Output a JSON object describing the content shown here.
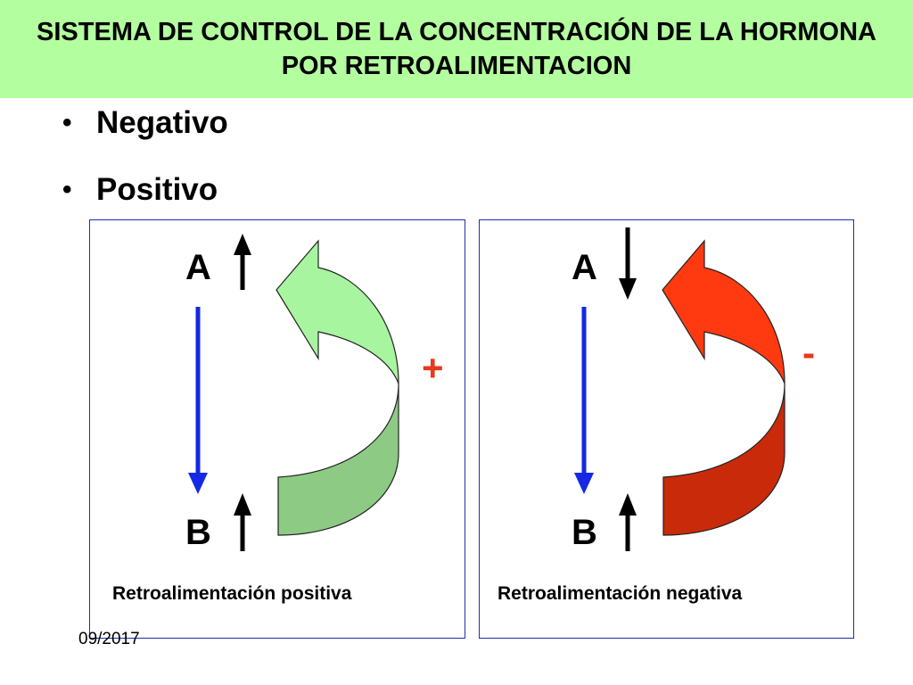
{
  "title": "SISTEMA DE CONTROL DE LA CONCENTRACIÓN DE LA HORMONA POR RETROALIMENTACION",
  "bullets": [
    "Negativo",
    "Positivo"
  ],
  "panels": {
    "positive": {
      "letter_top": "A",
      "letter_bottom": "B",
      "sign": "+",
      "caption": "Retroalimentación positiva",
      "arrow_color": "#9ef09a",
      "arrow_dark": "#8dcb85",
      "sign_color": "#e8391b",
      "a_direction": "up",
      "b_direction": "up"
    },
    "negative": {
      "letter_top": "A",
      "letter_bottom": "B",
      "sign": "-",
      "caption": "Retroalimentación negativa",
      "arrow_color": "#ff3a10",
      "arrow_dark": "#c92a0a",
      "sign_color": "#e8391b",
      "a_direction": "down",
      "b_direction": "up"
    }
  },
  "colors": {
    "title_bg": "#b3ff9f",
    "panel_border": "#1f2fa8",
    "flow_arrow": "#1428e6"
  },
  "footer_date": "09/2017"
}
